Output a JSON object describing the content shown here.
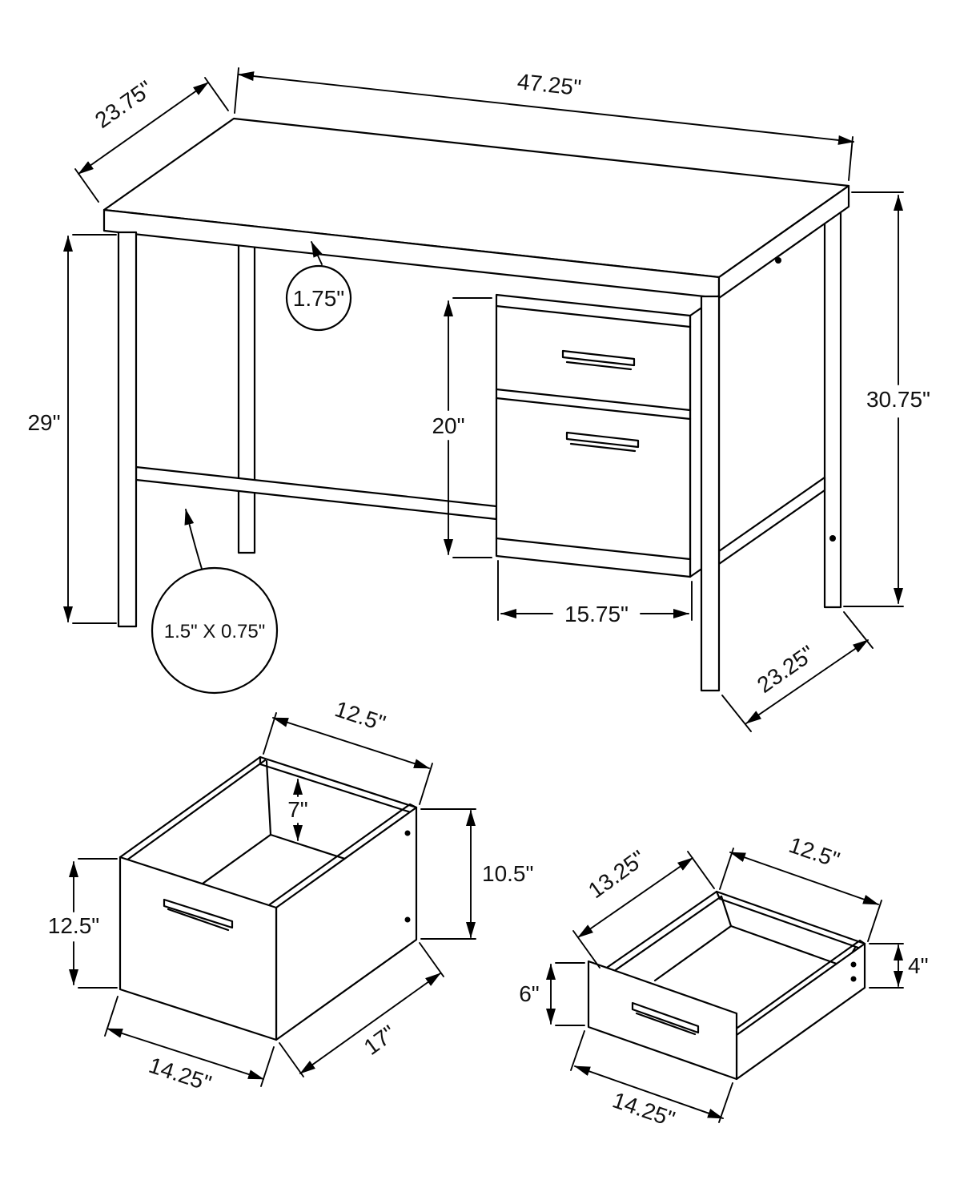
{
  "diagram": {
    "desk": {
      "depth_top": "23.75\"",
      "width_top": "47.25\"",
      "top_thickness": "1.75\"",
      "leg_height": "29\"",
      "pedestal_height": "20\"",
      "overall_height": "30.75\"",
      "pedestal_width": "15.75\"",
      "depth_bottom": "23.25\"",
      "stretcher_size": "1.5\" X 0.75\""
    },
    "file_drawer": {
      "top_width": "12.5\"",
      "back_height": "7\"",
      "side_height": "10.5\"",
      "front_height": "12.5\"",
      "front_width": "14.25\"",
      "depth": "17\""
    },
    "small_drawer": {
      "depth": "13.25\"",
      "top_width": "12.5\"",
      "front_height": "6\"",
      "side_height": "4\"",
      "front_width": "14.25\""
    },
    "colors": {
      "line": "#000000",
      "background": "#ffffff"
    }
  }
}
